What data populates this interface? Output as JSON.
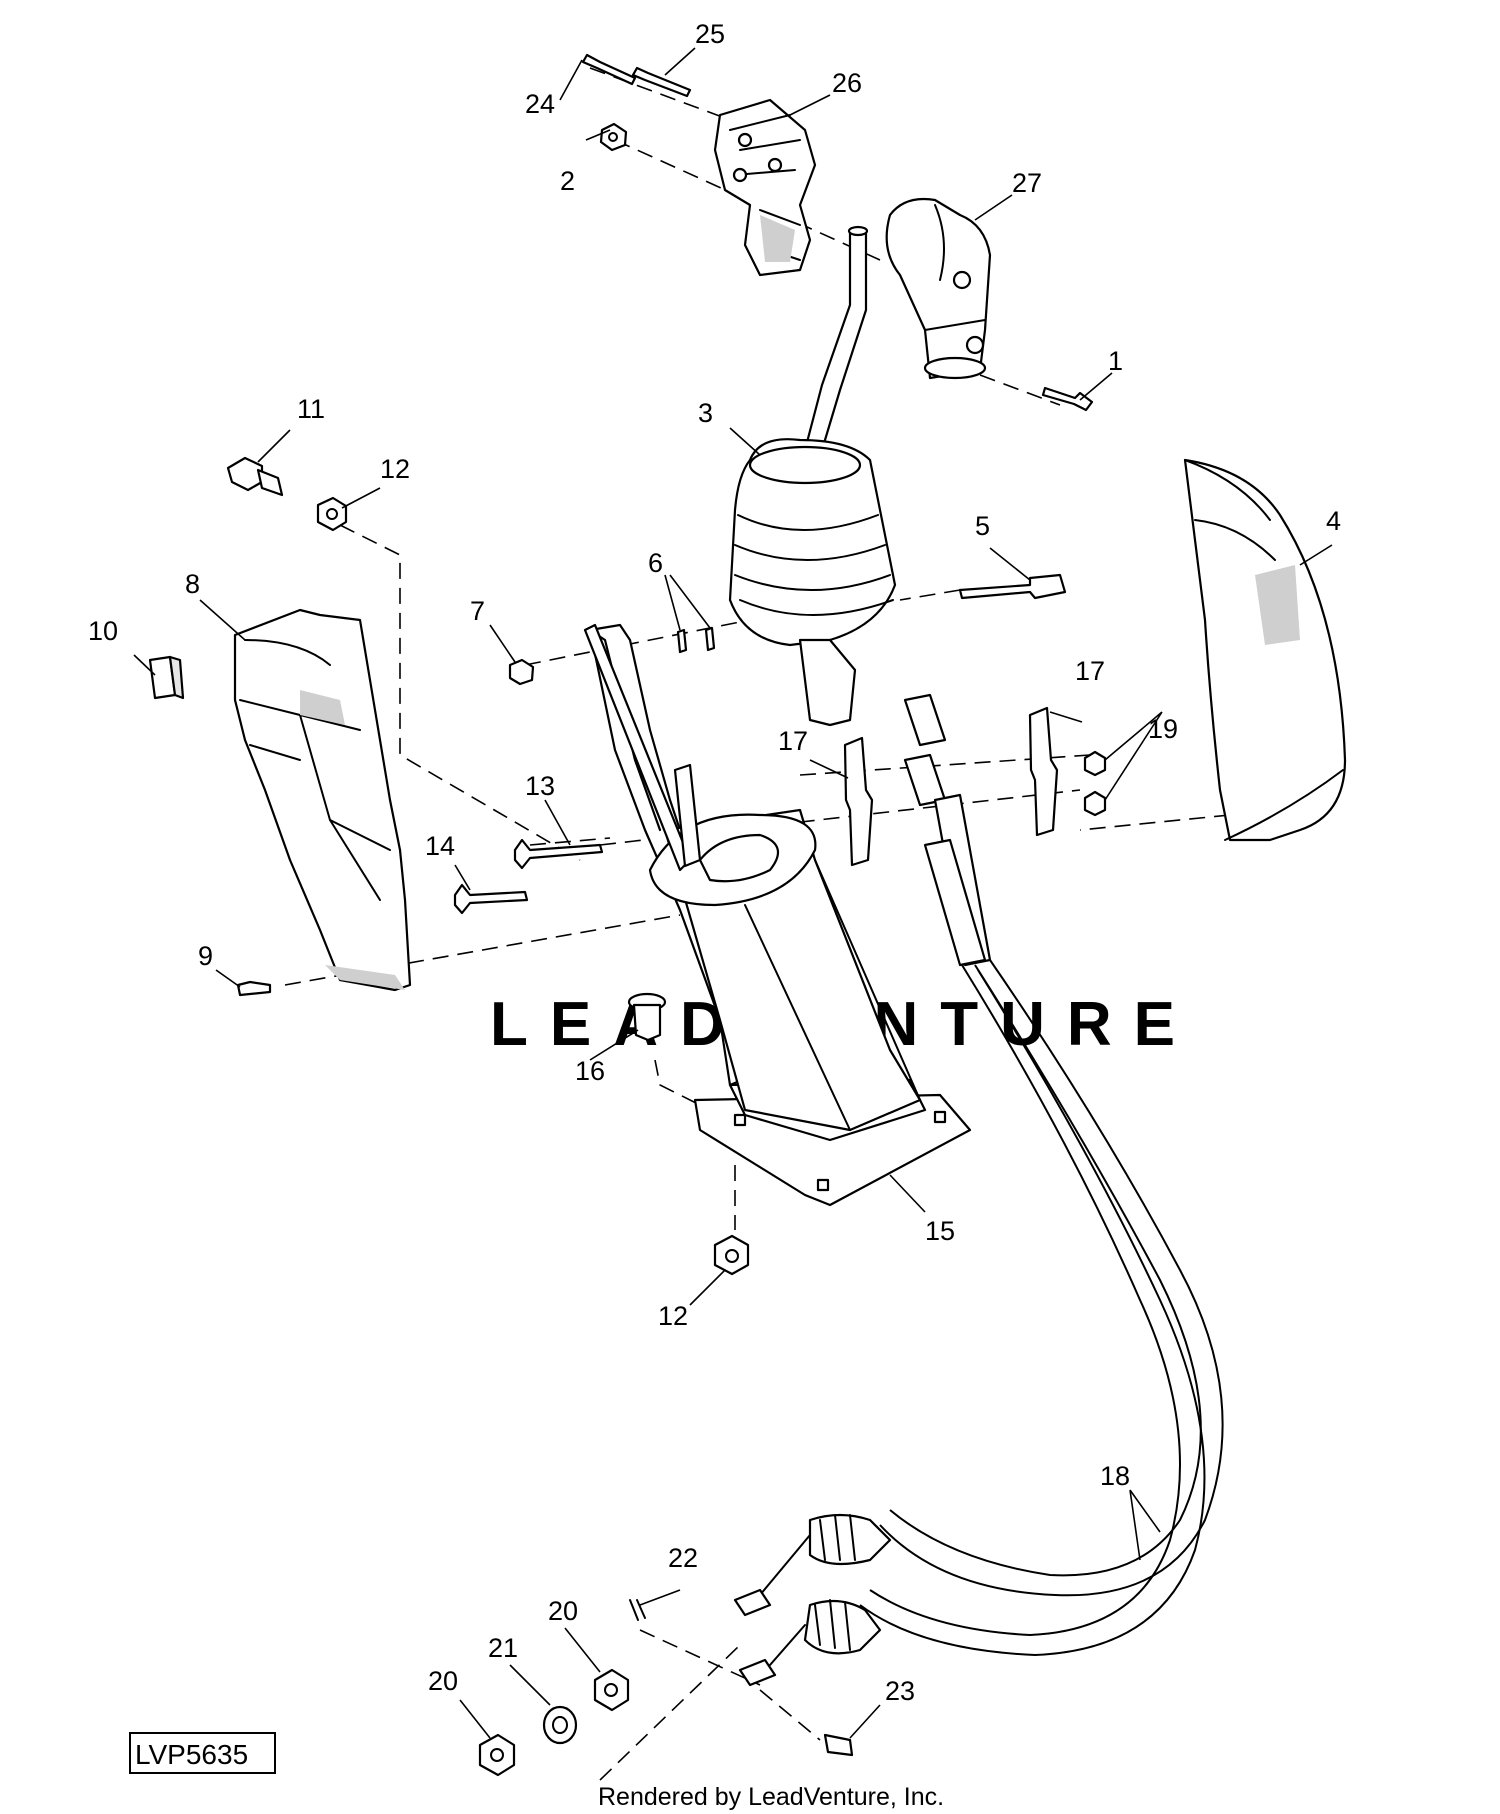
{
  "figure": {
    "id": "LVP5635",
    "credit": "Rendered by LeadVenture, Inc.",
    "watermark": "LEADVENTURE"
  },
  "callouts": {
    "c1": "1",
    "c2": "2",
    "c3": "3",
    "c4": "4",
    "c5": "5",
    "c6": "6",
    "c7": "7",
    "c8": "8",
    "c9": "9",
    "c10": "10",
    "c11": "11",
    "c12a": "12",
    "c12b": "12",
    "c13": "13",
    "c14": "14",
    "c15": "15",
    "c16": "16",
    "c17a": "17",
    "c17b": "17",
    "c18": "18",
    "c19": "19",
    "c20a": "20",
    "c20b": "20",
    "c21": "21",
    "c22": "22",
    "c23": "23",
    "c24": "24",
    "c25": "25",
    "c26": "26",
    "c27": "27"
  }
}
